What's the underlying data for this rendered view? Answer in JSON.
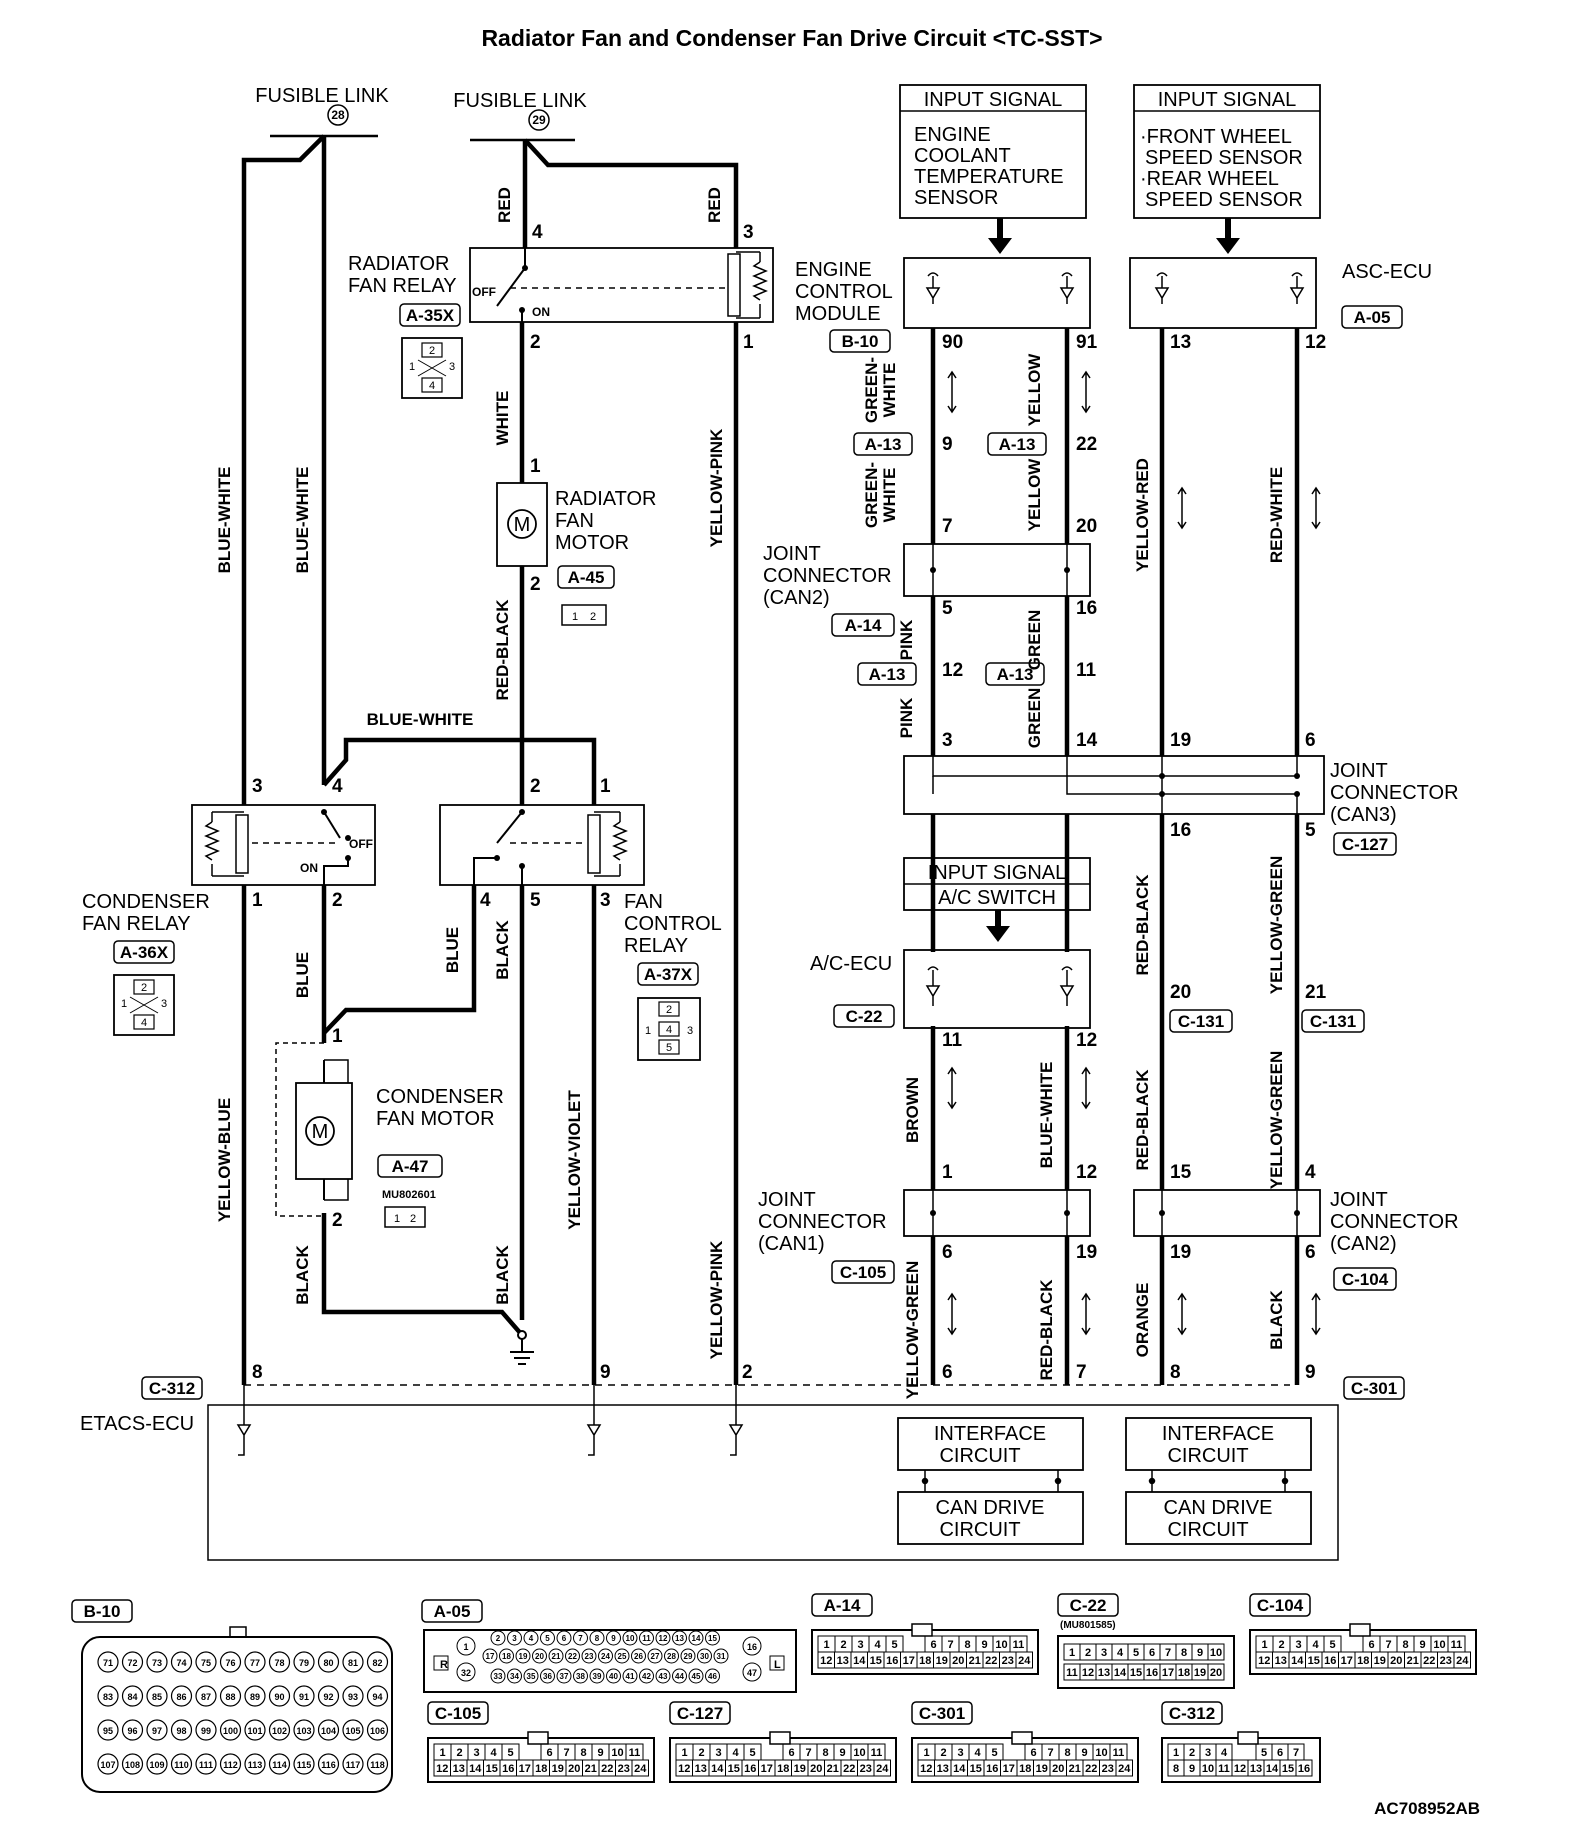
{
  "title": "Radiator Fan and Condenser Fan Drive Circuit <TC-SST>",
  "doc_code": "AC708952AB",
  "fusible_links": [
    {
      "label": "FUSIBLE LINK",
      "num": "28"
    },
    {
      "label": "FUSIBLE LINK",
      "num": "29"
    }
  ],
  "input_signals": {
    "ecm": {
      "head": "INPUT SIGNAL",
      "lines": [
        "ENGINE",
        "COOLANT",
        "TEMPERATURE",
        "SENSOR"
      ]
    },
    "asc": {
      "head": "INPUT SIGNAL",
      "lines": [
        "·FRONT WHEEL",
        "SPEED SENSOR",
        "·REAR WHEEL",
        "SPEED SENSOR"
      ]
    },
    "ac": {
      "head": "INPUT SIGNAL",
      "lines": [
        "A/C SWITCH"
      ]
    }
  },
  "components": {
    "radiator_fan_relay": {
      "lines": [
        "RADIATOR",
        "FAN RELAY"
      ],
      "tag": "A-35X",
      "off": "OFF",
      "on": "ON"
    },
    "radiator_fan_motor": {
      "lines": [
        "RADIATOR",
        "FAN",
        "MOTOR"
      ],
      "tag": "A-45"
    },
    "condenser_fan_relay": {
      "lines": [
        "CONDENSER",
        "FAN RELAY"
      ],
      "tag": "A-36X",
      "off": "OFF",
      "on": "ON"
    },
    "fan_control_relay": {
      "lines": [
        "FAN",
        "CONTROL",
        "RELAY"
      ],
      "tag": "A-37X"
    },
    "condenser_fan_motor": {
      "lines": [
        "CONDENSER",
        "FAN MOTOR"
      ],
      "tag": "A-47",
      "part": "MU802601"
    },
    "ecm": {
      "lines": [
        "ENGINE",
        "CONTROL",
        "MODULE"
      ],
      "tag": "B-10"
    },
    "asc_ecu": {
      "lines": [
        "ASC-ECU"
      ],
      "tag": "A-05"
    },
    "ac_ecu": {
      "lines": [
        "A/C-ECU"
      ],
      "tag": "C-22"
    },
    "jc_can2_a14": {
      "lines": [
        "JOINT",
        "CONNECTOR",
        "(CAN2)"
      ],
      "tag": "A-14"
    },
    "jc_can3": {
      "lines": [
        "JOINT",
        "CONNECTOR",
        "(CAN3)"
      ],
      "tag": "C-127"
    },
    "jc_can1": {
      "lines": [
        "JOINT",
        "CONNECTOR",
        "(CAN1)"
      ],
      "tag": "C-105"
    },
    "jc_can2_c104": {
      "lines": [
        "JOINT",
        "CONNECTOR",
        "(CAN2)"
      ],
      "tag": "C-104"
    },
    "etacs": {
      "lines": [
        "ETACS-ECU"
      ],
      "tag_left": "C-312",
      "tag_right": "C-301"
    },
    "interface1": {
      "lines": [
        "INTERFACE",
        "CIRCUIT"
      ]
    },
    "interface2": {
      "lines": [
        "INTERFACE",
        "CIRCUIT"
      ]
    },
    "candrive1": {
      "lines": [
        "CAN DRIVE",
        "CIRCUIT"
      ]
    },
    "candrive2": {
      "lines": [
        "CAN DRIVE",
        "CIRCUIT"
      ]
    }
  },
  "wire_colors": {
    "red": "RED",
    "blue_white": "BLUE-WHITE",
    "white": "WHITE",
    "yellow_pink": "YELLOW-PINK",
    "red_black": "RED-BLACK",
    "blue": "BLUE",
    "black": "BLACK",
    "yellow_blue": "YELLOW-BLUE",
    "yellow_violet": "YELLOW-VIOLET",
    "green_white": "GREEN-\nWHITE",
    "yellow": "YELLOW",
    "pink": "PINK",
    "green": "GREEN",
    "yellow_red": "YELLOW-RED",
    "red_white": "RED-WHITE",
    "yellow_green": "YELLOW-GREEN",
    "brown": "BROWN",
    "orange": "ORANGE"
  },
  "connector_tags": {
    "a13": "A-13",
    "c131": "C-131"
  },
  "connector_views": [
    {
      "tag": "B-10"
    },
    {
      "tag": "A-05"
    },
    {
      "tag": "A-14"
    },
    {
      "tag": "C-22",
      "part": "(MU801585)"
    },
    {
      "tag": "C-104"
    },
    {
      "tag": "C-105"
    },
    {
      "tag": "C-127"
    },
    {
      "tag": "C-301"
    },
    {
      "tag": "C-312"
    }
  ],
  "b10_pins": [
    [
      "71",
      "72",
      "73",
      "74",
      "75",
      "76",
      "77",
      "78",
      "79",
      "80",
      "81",
      "82"
    ],
    [
      "83",
      "84",
      "85",
      "86",
      "87",
      "88",
      "89",
      "90",
      "91",
      "92",
      "93",
      "94"
    ],
    [
      "95",
      "96",
      "97",
      "98",
      "99",
      "100",
      "101",
      "102",
      "103",
      "104",
      "105",
      "106"
    ],
    [
      "107",
      "108",
      "109",
      "110",
      "111",
      "112",
      "113",
      "114",
      "115",
      "116",
      "117",
      "118"
    ]
  ],
  "a05_pins": {
    "top": [
      "2",
      "3",
      "4",
      "5",
      "6",
      "7",
      "8",
      "9",
      "10",
      "11",
      "12",
      "13",
      "14",
      "15"
    ],
    "mid": [
      "17",
      "18",
      "19",
      "20",
      "21",
      "22",
      "23",
      "24",
      "25",
      "26",
      "27",
      "28",
      "29",
      "30",
      "31"
    ],
    "bot": [
      "33",
      "34",
      "35",
      "36",
      "37",
      "38",
      "39",
      "40",
      "41",
      "42",
      "43",
      "44",
      "45",
      "46"
    ],
    "left": [
      "1",
      "32"
    ],
    "right": [
      "16",
      "47"
    ],
    "r": "R",
    "l": "L"
  },
  "std24_pins": {
    "top": [
      "1",
      "2",
      "3",
      "4",
      "5",
      "6",
      "7",
      "8",
      "9",
      "10",
      "11"
    ],
    "bot": [
      "12",
      "13",
      "14",
      "15",
      "16",
      "17",
      "18",
      "19",
      "20",
      "21",
      "22",
      "23",
      "24"
    ]
  },
  "c22_pins": {
    "top": [
      "1",
      "2",
      "3",
      "4",
      "5",
      "6",
      "7",
      "8",
      "9",
      "10"
    ],
    "bot": [
      "11",
      "12",
      "13",
      "14",
      "15",
      "16",
      "17",
      "18",
      "19",
      "20"
    ]
  },
  "c312_pins": {
    "top": [
      "1",
      "2",
      "3",
      "4",
      "5",
      "6",
      "7"
    ],
    "bot": [
      "8",
      "9",
      "10",
      "11",
      "12",
      "13",
      "14",
      "15",
      "16"
    ]
  },
  "relay_pins": [
    "1",
    "2",
    "3",
    "4"
  ],
  "fcr_pins": [
    "1",
    "2",
    "3",
    "4",
    "5"
  ],
  "motor_pins": [
    "1",
    "2"
  ],
  "pin_numbers": {
    "fl29_red_l": "4",
    "fl29_red_r": "3",
    "rfr2": "2",
    "rfr1": "1",
    "rfm1": "1",
    "rfm2": "2",
    "cfr3": "3",
    "cfr4": "4",
    "cfr1": "1",
    "cfr2": "2",
    "fcr2": "2",
    "fcr1": "1",
    "fcr4": "4",
    "fcr5": "5",
    "fcr3": "3",
    "cfm1": "1",
    "cfm2": "2",
    "e8": "8",
    "e9": "9",
    "e2": "2",
    "ecm90": "90",
    "ecm91": "91",
    "asc13": "13",
    "asc12": "12",
    "a13_9": "9",
    "a13_22": "22",
    "j7": "7",
    "j20": "20",
    "j5": "5",
    "j16": "16",
    "a13_12": "12",
    "a13_11": "11",
    "c3": "3",
    "c14": "14",
    "c19": "19",
    "c6": "6",
    "c16": "16",
    "c5": "5",
    "c131_20": "20",
    "c131_21": "21",
    "ac11": "11",
    "ac12": "12",
    "n1": "1",
    "n12": "12",
    "n15": "15",
    "n4": "4",
    "n6": "6",
    "n19": "19",
    "n19b": "19",
    "n6b": "6",
    "e6": "6",
    "e7": "7",
    "e8b": "8",
    "e9b": "9"
  }
}
